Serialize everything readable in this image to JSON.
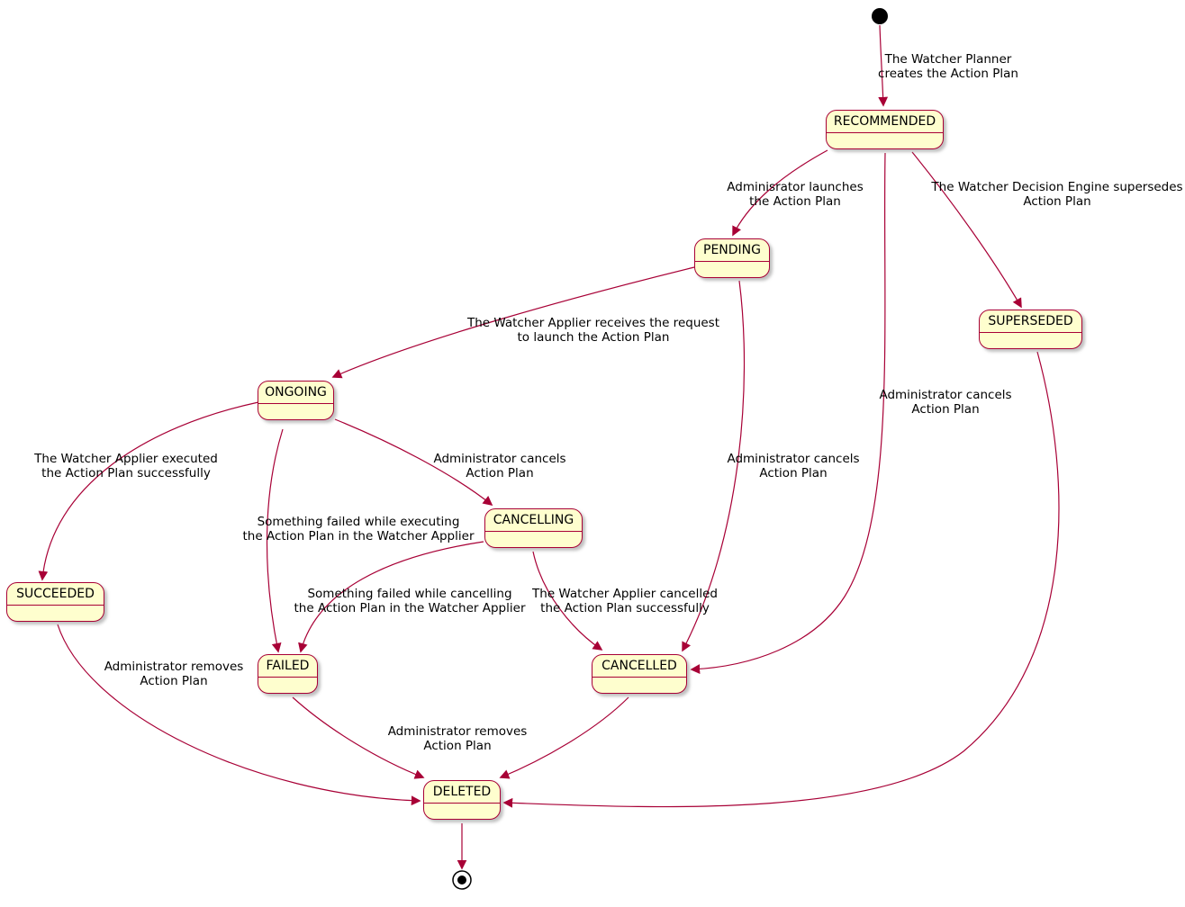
{
  "diagram": {
    "type": "state-machine",
    "subject": "Action Plan lifecycle",
    "colors": {
      "state_fill": "#fefece",
      "state_border": "#a80036",
      "arrow": "#a80036",
      "text": "#000000",
      "initial_marker": "#000000",
      "final_marker": "#000000",
      "background": "#ffffff"
    },
    "states": [
      {
        "id": "recommended",
        "label": "RECOMMENDED"
      },
      {
        "id": "pending",
        "label": "PENDING"
      },
      {
        "id": "superseded",
        "label": "SUPERSEDED"
      },
      {
        "id": "ongoing",
        "label": "ONGOING"
      },
      {
        "id": "cancelling",
        "label": "CANCELLING"
      },
      {
        "id": "succeeded",
        "label": "SUCCEEDED"
      },
      {
        "id": "failed",
        "label": "FAILED"
      },
      {
        "id": "cancelled",
        "label": "CANCELLED"
      },
      {
        "id": "deleted",
        "label": "DELETED"
      }
    ],
    "edges": [
      {
        "from": "initial",
        "to": "RECOMMENDED",
        "label": [
          "The Watcher Planner",
          "creates the Action Plan"
        ]
      },
      {
        "from": "RECOMMENDED",
        "to": "PENDING",
        "label": [
          "Adminisrator launches",
          "the Action Plan"
        ]
      },
      {
        "from": "RECOMMENDED",
        "to": "SUPERSEDED",
        "label": [
          "The Watcher Decision Engine supersedes",
          "Action Plan"
        ]
      },
      {
        "from": "RECOMMENDED",
        "to": "CANCELLED",
        "label": [
          "Administrator cancels",
          "Action Plan"
        ]
      },
      {
        "from": "PENDING",
        "to": "ONGOING",
        "label": [
          "The Watcher Applier receives the request",
          "to launch the Action Plan"
        ]
      },
      {
        "from": "PENDING",
        "to": "CANCELLED",
        "label": [
          "Administrator cancels",
          "Action Plan"
        ]
      },
      {
        "from": "ONGOING",
        "to": "SUCCEEDED",
        "label": [
          "The Watcher Applier executed",
          "the Action Plan successfully"
        ]
      },
      {
        "from": "ONGOING",
        "to": "CANCELLING",
        "label": [
          "Administrator cancels",
          "Action Plan"
        ]
      },
      {
        "from": "ONGOING",
        "to": "FAILED",
        "label": [
          "Something failed while executing",
          "the Action Plan in the Watcher Applier"
        ]
      },
      {
        "from": "CANCELLING",
        "to": "FAILED",
        "label": [
          "Something failed while cancelling",
          "the Action Plan in the Watcher Applier"
        ]
      },
      {
        "from": "CANCELLING",
        "to": "CANCELLED",
        "label": [
          "The Watcher Applier cancelled",
          "the Action Plan successfully"
        ]
      },
      {
        "from": "SUCCEEDED",
        "to": "DELETED",
        "label": [
          "Administrator removes",
          "Action Plan"
        ]
      },
      {
        "from": "FAILED",
        "to": "DELETED",
        "label": [
          "Administrator removes",
          "Action Plan"
        ]
      },
      {
        "from": "CANCELLED",
        "to": "DELETED",
        "label": []
      },
      {
        "from": "SUPERSEDED",
        "to": "DELETED",
        "label": []
      },
      {
        "from": "DELETED",
        "to": "final",
        "label": []
      }
    ]
  }
}
